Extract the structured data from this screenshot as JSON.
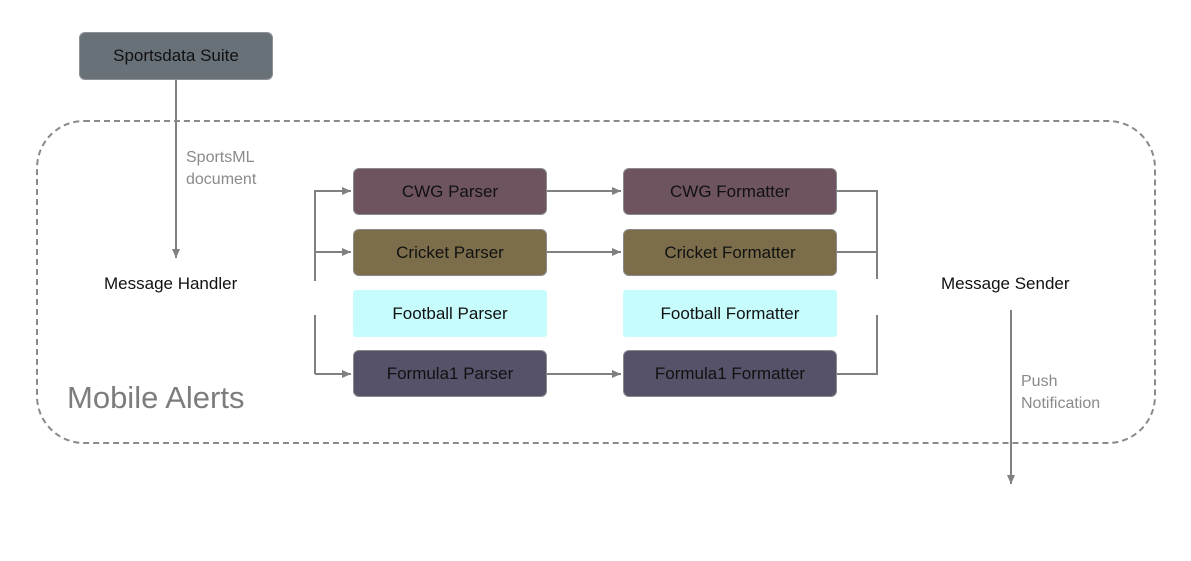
{
  "source": {
    "label": "Sportsdata Suite",
    "color": "#697178"
  },
  "input_label": [
    "SportsML",
    "document"
  ],
  "group": {
    "label": "Mobile Alerts"
  },
  "handler": {
    "label": "Message Handler"
  },
  "sender": {
    "label": "Message Sender"
  },
  "output_label": [
    "Push",
    "Notification"
  ],
  "pipelines": [
    {
      "parser": "CWG Parser",
      "formatter": "CWG Formatter",
      "color": "#6d5460"
    },
    {
      "parser": "Cricket Parser",
      "formatter": "Cricket Formatter",
      "color": "#7c6e4b"
    },
    {
      "parser": "Football Parser",
      "formatter": "Football Formatter",
      "color": "#c7fcfd"
    },
    {
      "parser": "Formula1 Parser",
      "formatter": "Formula1 Formatter",
      "color": "#565269"
    }
  ],
  "edge_color": "#808080"
}
